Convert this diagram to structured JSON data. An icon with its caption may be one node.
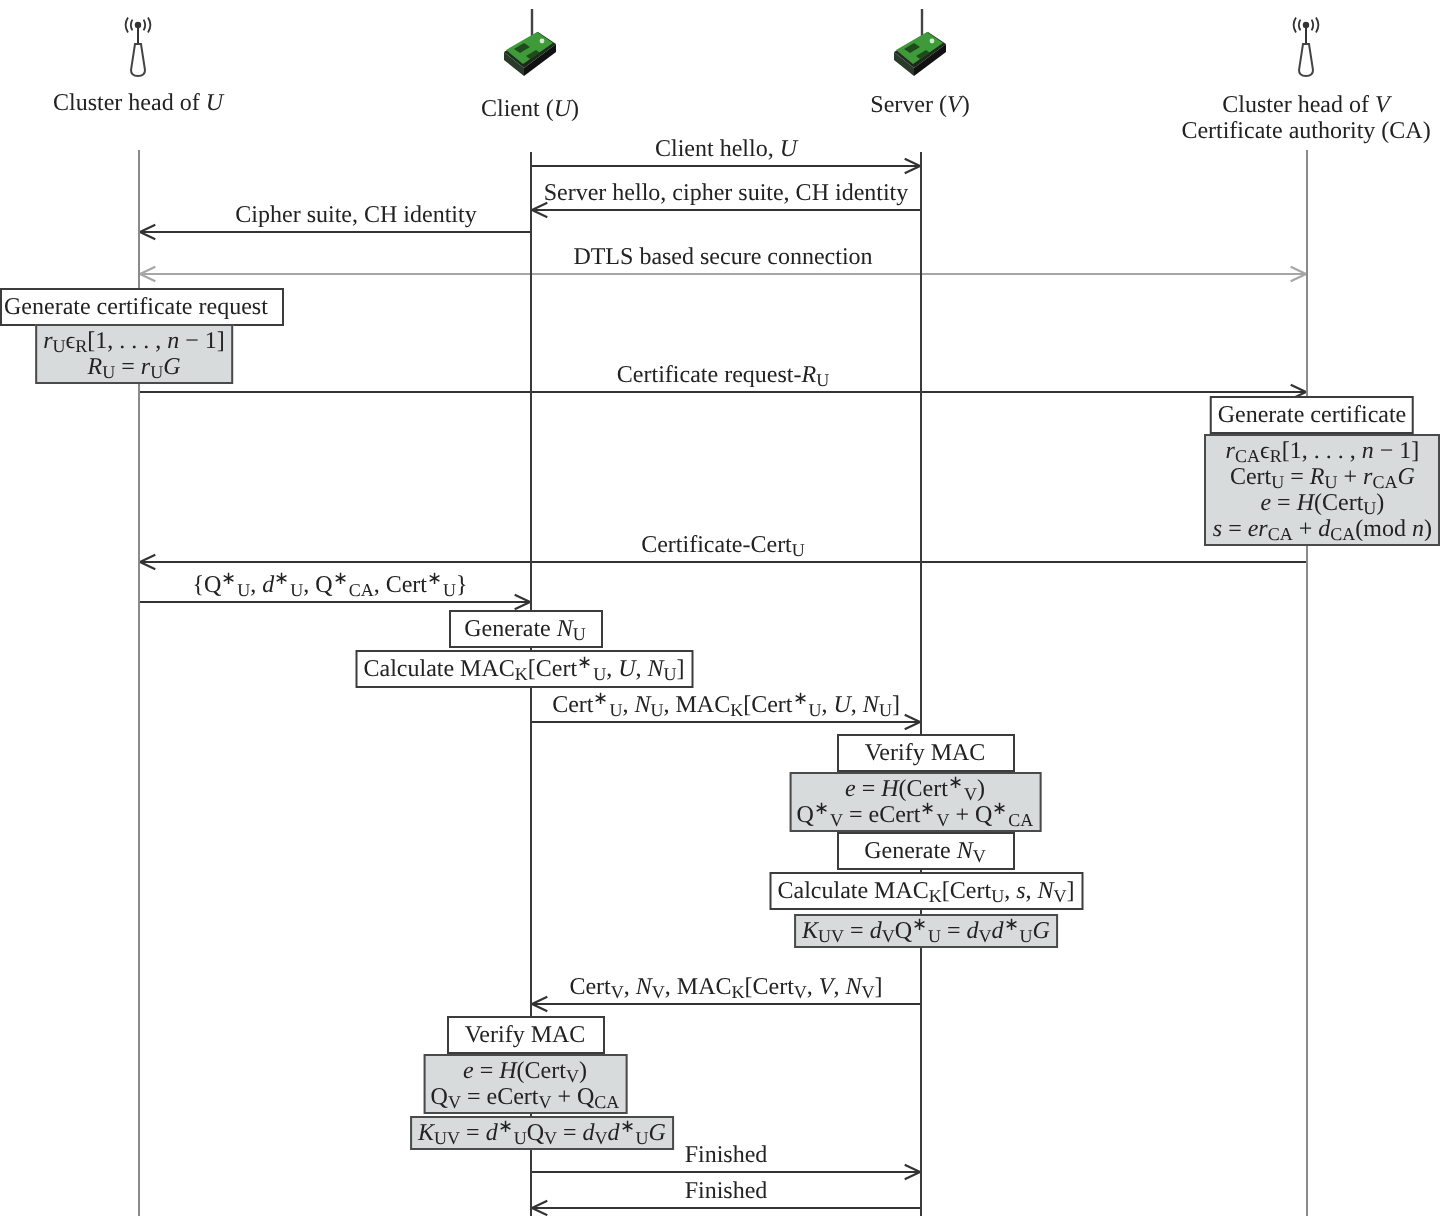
{
  "diagram": {
    "nodes": [
      {
        "text": [],
        "shape": "line",
        "beside": [
          "Cluster head of *U*"
        ]
      },
      {
        "text": [],
        "shape": "line",
        "beside": [
          "Client (*U*)"
        ]
      },
      {
        "text": [],
        "shape": "line",
        "beside": [
          "Server (*V*)"
        ]
      },
      {
        "text": [],
        "shape": "line",
        "beside": [
          "Cluster head of *V*",
          "Certificate authority (CA)"
        ]
      },
      {
        "text": [
          "Generate certificate request"
        ]
      },
      {
        "text": [
          "*r*$_{U}$ϵ$_{R}$[1, . . . , *n* − 1]",
          "*R*$_{U}$ = *r*$_{U}$*G*"
        ]
      },
      {
        "text": [
          "Generate certificate"
        ]
      },
      {
        "text": [
          "*r*$_{CA}$ϵ$_{R}$[1, . . . , *n* − 1]",
          "Cert$_{U}$ = *R*$_{U}$ + *r*$_{CA}$*G*",
          "*e* = *H*(Cert$_{U}$)",
          "*s* = *er*$_{CA}$ + *d*$_{CA}$(mod *n*)"
        ]
      },
      {
        "text": [
          "Generate *N*$_{U}$"
        ]
      },
      {
        "text": [
          "Calculate MAC$_{K}$[Cert$^{∗}$$_{U}$, *U*, *N*$_{U}$]"
        ]
      },
      {
        "text": [
          "Verify MAC"
        ]
      },
      {
        "text": [
          "*e* = *H*(Cert$^{∗}$$_{V}$)",
          "Q$^{∗}$$_{V}$ = eCert$^{∗}$$_{V}$ + Q$^{∗}$$_{CA}$"
        ]
      },
      {
        "text": [
          "Generate *N*$_{V}$"
        ]
      },
      {
        "text": [
          "Calculate MAC$_{K}$[Cert$_{U}$, *s*, *N*$_{V}$]"
        ]
      },
      {
        "text": [
          "*K*$_{UV}$ = *d*$_{V}$Q$^{∗}$$_{U}$ = *d*$_{V}$*d*$^{∗}$$_{U}$*G*"
        ]
      },
      {
        "text": [
          "Verify MAC"
        ]
      },
      {
        "text": [
          "*e* = *H*(Cert$_{V}$)",
          "Q$_{V}$ = eCert$_{V}$ + Q$_{CA}$"
        ]
      },
      {
        "text": [
          "*K*$_{UV}$ = *d*$^{∗}$$_{U}$Q$_{V}$ = *d*$_{V}$*d*$^{∗}$$_{U}$*G*"
        ]
      }
    ],
    "edges": [
      {
        "from": 1,
        "to": 2,
        "arrow": "to",
        "label": "Client hello, *U*"
      },
      {
        "from": 2,
        "to": 1,
        "arrow": "to",
        "label": "Server hello, cipher suite, CH identity"
      },
      {
        "from": 1,
        "to": 0,
        "arrow": "to",
        "label": "Cipher suite, CH identity"
      },
      {
        "from": 0,
        "to": 3,
        "arrow": "both",
        "label": "DTLS based secure connection",
        "color": "#a6a6a6"
      },
      {
        "from": 0,
        "to": 3,
        "arrow": "to",
        "label": "Certificate request-*R*$_{U}$"
      },
      {
        "from": 3,
        "to": 0,
        "arrow": "to",
        "label": "Certificate-Cert$_{U}$"
      },
      {
        "from": 0,
        "to": 1,
        "arrow": "to",
        "label": "{Q$^{∗}$$_{U}$, *d*$^{∗}$$_{U}$, Q$^{∗}$$_{CA}$, Cert$^{∗}$$_{U}$}"
      },
      {
        "from": 1,
        "to": 2,
        "arrow": "to",
        "label": "Cert$^{∗}$$_{U}$, *N*$_{U}$, MAC$_{K}$[Cert$^{∗}$$_{U}$, *U*, *N*$_{U}$]"
      },
      {
        "from": 2,
        "to": 1,
        "arrow": "to",
        "label": "Cert$_{V}$, *N*$_{V}$, MAC$_{K}$[Cert$_{V}$, *V*, *N*$_{V}$]"
      },
      {
        "from": 1,
        "to": 2,
        "arrow": "to",
        "label": "Finished"
      },
      {
        "from": 2,
        "to": 1,
        "arrow": "to",
        "label": "Finished"
      }
    ]
  }
}
